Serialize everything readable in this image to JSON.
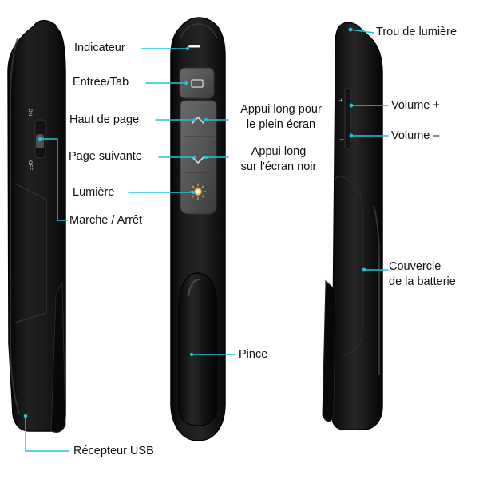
{
  "labels": {
    "indicator": "Indicateur",
    "enter_tab": "Entrée/Tab",
    "page_up": "Haut de page",
    "page_down": "Page suivante",
    "light": "Lumière",
    "power": "Marche / Arrêt",
    "usb_receiver": "Récepteur USB",
    "fullscreen": "Appui long pour\nle plein écran",
    "black_screen": "Appui long\nsur l'écran noir",
    "clip": "Pince",
    "light_hole": "Trou de lumière",
    "volume_up": "Volume +",
    "volume_down": "Volume –",
    "battery_cover": "Couvercle\nde la batterie"
  },
  "device_text": {
    "switch_on": "ON",
    "switch_off": "OFF",
    "plus": "+",
    "minus": "–"
  },
  "colors": {
    "callout_line": "#21c4d6",
    "device_body": "#1a1a1a",
    "button_gray": "#5b5b5b",
    "indicator_light": "#f4f4f4",
    "light_glow": "#f3d36b"
  }
}
